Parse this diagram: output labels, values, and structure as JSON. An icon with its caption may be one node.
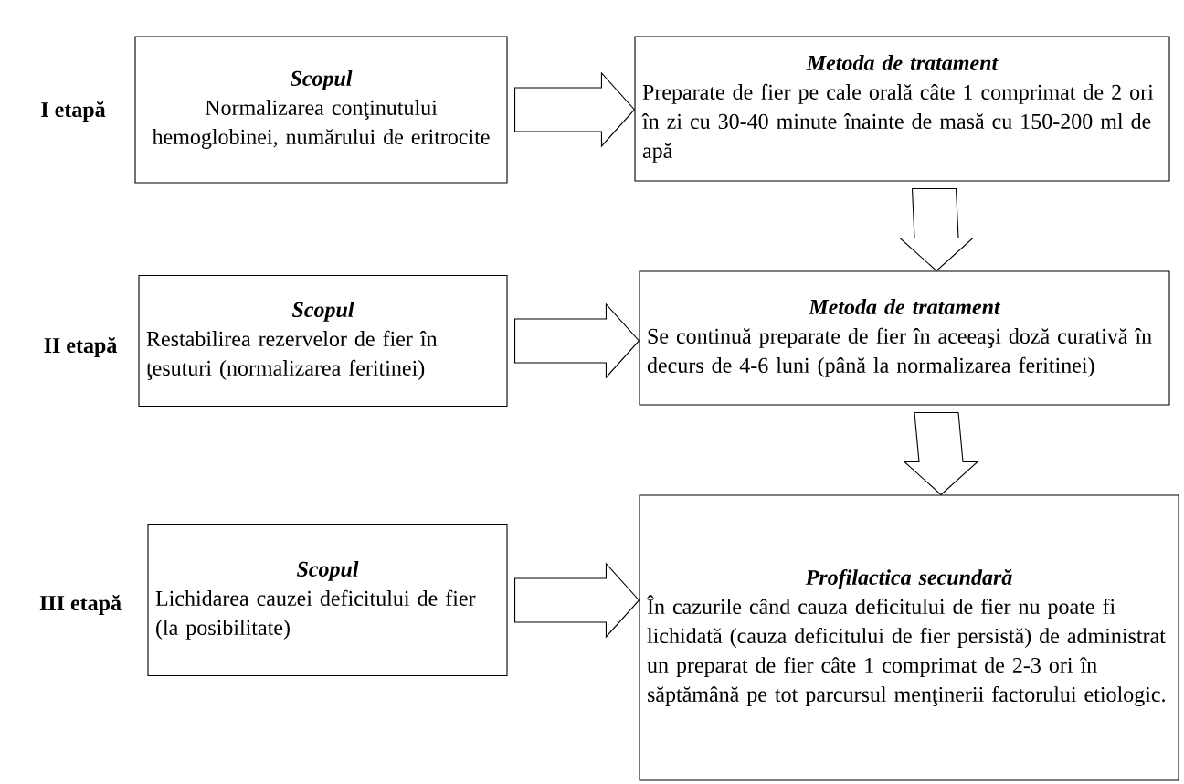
{
  "diagram": {
    "nodes": [
      {
        "text": [
          "Scopul",
          "Normalizarea conţinutului hemoglobinei, numărului de eritrocite"
        ]
      },
      {
        "text": [
          "Metoda de tratament",
          "Preparate de fier pe cale orală câte 1 comprimat de 2 ori în zi cu 30-40 minute înainte de masă cu 150-200 ml de apă"
        ]
      },
      {
        "text": [
          "Scopul",
          "Restabilirea rezervelor de fier în ţesuturi (normalizarea feritinei)"
        ]
      },
      {
        "text": [
          "Metoda de tratament",
          "Se continuă preparate de fier în aceeaşi doză curativă în decurs de 4-6 luni (până la normalizarea feritinei)"
        ]
      },
      {
        "text": [
          "Scopul",
          "Lichidarea cauzei deficitului de fier (la posibilitate)"
        ]
      },
      {
        "text": [
          "Profilactica secundară",
          "În cazurile când cauza deficitului de fier nu poate fi lichidată (cauza deficitului de fier persistă) de administrat un preparat de fier câte 1 comprimat de 2-3 ori în săptămână pe tot parcursul menţinerii factorului etiologic."
        ]
      }
    ],
    "edges": [
      {
        "from": 0,
        "to": 1,
        "arrow": "to"
      },
      {
        "from": 1,
        "to": 3,
        "arrow": "to"
      },
      {
        "from": 2,
        "to": 3,
        "arrow": "to"
      },
      {
        "from": 3,
        "to": 5,
        "arrow": "to"
      },
      {
        "from": 4,
        "to": 5,
        "arrow": "to"
      }
    ],
    "labels": [
      "I etapă",
      "II etapă",
      "III etapă"
    ]
  }
}
